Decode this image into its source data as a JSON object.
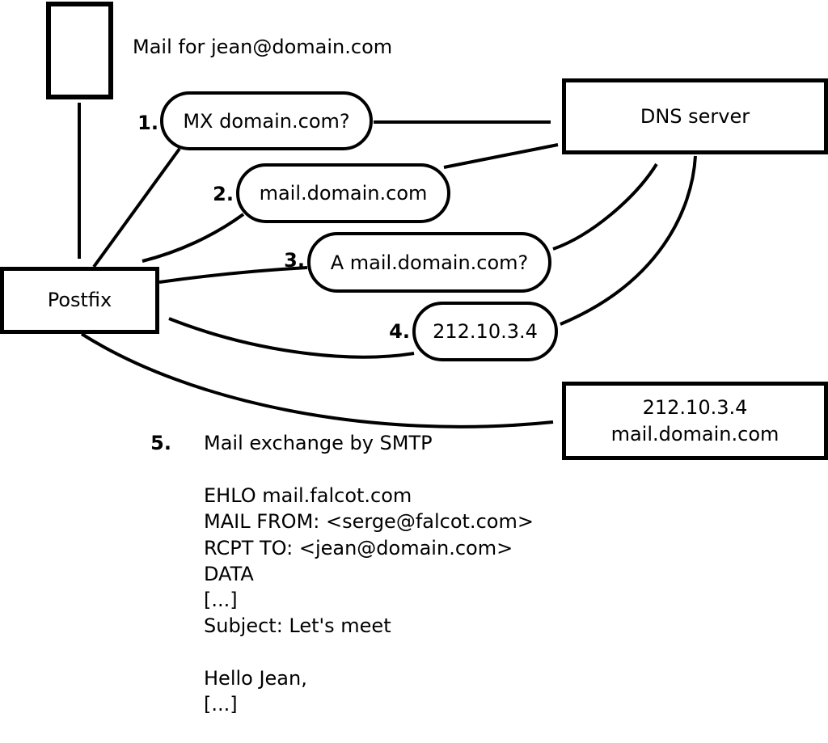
{
  "colors": {
    "stroke": "#000000",
    "background": "#ffffff"
  },
  "diagram": {
    "note": "Mail for jean@domain.com",
    "nodes": {
      "postfix": {
        "label": "Postfix"
      },
      "dns": {
        "label": "DNS server"
      },
      "destination": {
        "line1": "212.10.3.4",
        "line2": "mail.domain.com"
      }
    },
    "steps": [
      {
        "num": "1.",
        "label": "MX domain.com?"
      },
      {
        "num": "2.",
        "label": "mail.domain.com"
      },
      {
        "num": "3.",
        "label": "A mail.domain.com?"
      },
      {
        "num": "4.",
        "label": "212.10.3.4"
      },
      {
        "num": "5.",
        "label": "Mail exchange by SMTP"
      }
    ],
    "smtp_session": {
      "lines": [
        "EHLO mail.falcot.com",
        "MAIL FROM: <serge@falcot.com>",
        "RCPT TO: <jean@domain.com>",
        "DATA",
        "[...]",
        "Subject: Let's meet",
        "",
        "Hello Jean,",
        "[...]",
        "",
        "."
      ]
    }
  }
}
